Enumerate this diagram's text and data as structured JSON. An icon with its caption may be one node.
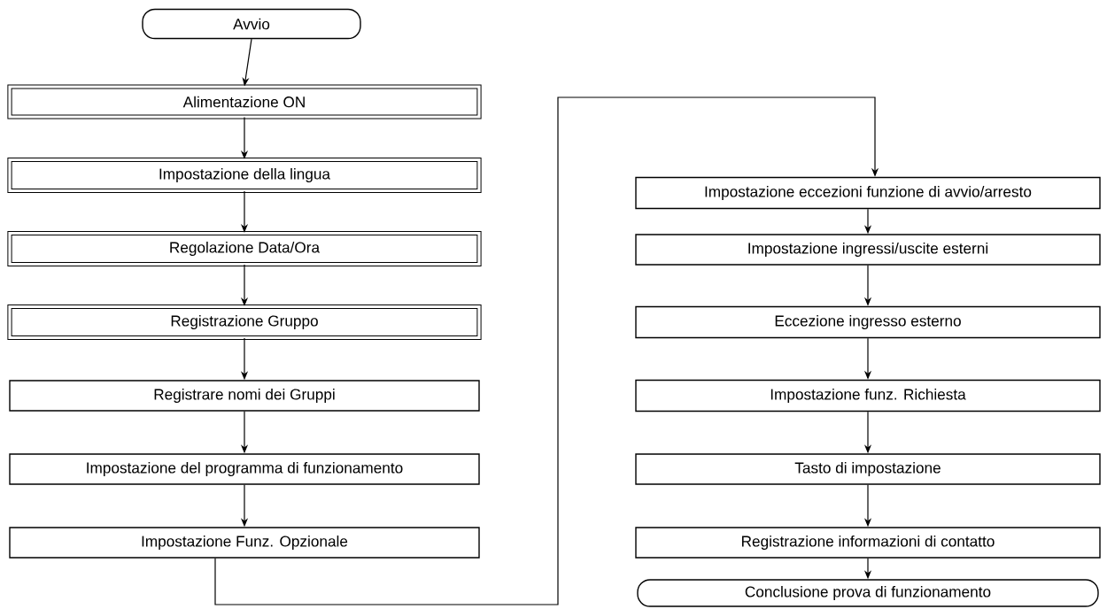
{
  "diagram": {
    "nodes": [
      {
        "text": [
          "Avvio"
        ]
      },
      {
        "text": [
          "Alimentazione ON"
        ]
      },
      {
        "text": [
          "Impostazione della lingua"
        ]
      },
      {
        "text": [
          "Regolazione Data/Ora"
        ]
      },
      {
        "text": [
          "Registrazione Gruppo"
        ]
      },
      {
        "text": [
          "Registrare nomi dei Gruppi"
        ]
      },
      {
        "text": [
          "Impostazione del programma di funzionamento"
        ]
      },
      {
        "text": [
          "Impostazione Funz. Opzionale"
        ]
      },
      {
        "text": [
          "Impostazione eccezioni funzione di avvio/arresto"
        ]
      },
      {
        "text": [
          "Impostazione ingressi/uscite esterni"
        ]
      },
      {
        "text": [
          "Eccezione ingresso esterno"
        ]
      },
      {
        "text": [
          "Impostazione funz. Richiesta"
        ]
      },
      {
        "text": [
          "Tasto di impostazione"
        ]
      },
      {
        "text": [
          "Registrazione informazioni di contatto"
        ]
      },
      {
        "text": [
          "Conclusione prova di funzionamento"
        ]
      }
    ],
    "edges": [
      {
        "from": 0,
        "to": 1,
        "arrow": "to"
      },
      {
        "from": 1,
        "to": 2,
        "arrow": "to"
      },
      {
        "from": 2,
        "to": 3,
        "arrow": "to"
      },
      {
        "from": 3,
        "to": 4,
        "arrow": "to"
      },
      {
        "from": 4,
        "to": 5,
        "arrow": "to"
      },
      {
        "from": 5,
        "to": 6,
        "arrow": "to"
      },
      {
        "from": 6,
        "to": 7,
        "arrow": "to"
      },
      {
        "from": 7,
        "to": 8,
        "arrow": "to"
      },
      {
        "from": 8,
        "to": 9,
        "arrow": "to"
      },
      {
        "from": 9,
        "to": 10,
        "arrow": "to"
      },
      {
        "from": 10,
        "to": 11,
        "arrow": "to"
      },
      {
        "from": 11,
        "to": 12,
        "arrow": "to"
      },
      {
        "from": 12,
        "to": 13,
        "arrow": "to"
      },
      {
        "from": 13,
        "to": 14,
        "arrow": "to"
      }
    ]
  }
}
